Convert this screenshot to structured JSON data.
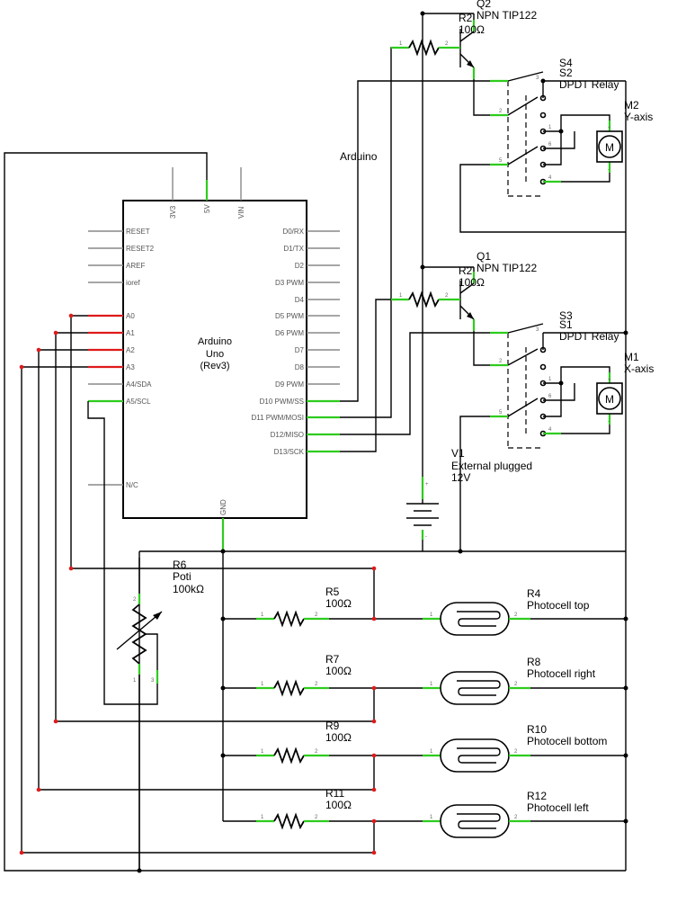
{
  "arduino": {
    "title": "Arduino",
    "name_line1": "Arduino",
    "name_line2": "Uno",
    "name_line3": "(Rev3)",
    "top_pins": [
      "3V3",
      "5V",
      "VIN"
    ],
    "bottom_pin": "GND",
    "left_pins": [
      "RESET",
      "RESET2",
      "AREF",
      "ioref",
      "A0",
      "A1",
      "A2",
      "A3",
      "A4/SDA",
      "A5/SCL",
      "N/C"
    ],
    "right_pins": [
      "D0/RX",
      "D1/TX",
      "D2",
      "D3 PWM",
      "D4",
      "D5 PWM",
      "D6 PWM",
      "D7",
      "D8",
      "D9 PWM",
      "D10 PWM/SS",
      "D11 PWM/MOSI",
      "D12/MISO",
      "D13/SCK"
    ]
  },
  "transistors": [
    {
      "ref": "Q2",
      "type": "NPN TIP122",
      "resistor_ref": "R2",
      "resistor_value": "100Ω"
    },
    {
      "ref": "Q1",
      "type": "NPN TIP122",
      "resistor_ref": "R2",
      "resistor_value": "100Ω"
    }
  ],
  "relays": [
    {
      "ref_a": "S4",
      "ref_b": "S2",
      "type": "DPDT Relay"
    },
    {
      "ref_a": "S3",
      "ref_b": "S1",
      "type": "DPDT Relay"
    }
  ],
  "motors": [
    {
      "ref": "M2",
      "axis": "Y-axis",
      "symbol": "M"
    },
    {
      "ref": "M1",
      "axis": "X-axis",
      "symbol": "M"
    }
  ],
  "supply": {
    "ref": "V1",
    "line1": "External plugged",
    "line2": "12V"
  },
  "poti": {
    "ref": "R6",
    "type": "Poti",
    "value": "100kΩ"
  },
  "resistors": [
    {
      "ref": "R5",
      "value": "100Ω"
    },
    {
      "ref": "R7",
      "value": "100Ω"
    },
    {
      "ref": "R9",
      "value": "100Ω"
    },
    {
      "ref": "R11",
      "value": "100Ω"
    }
  ],
  "photocells": [
    {
      "ref": "R4",
      "name": "Photocell top"
    },
    {
      "ref": "R8",
      "name": "Photocell right"
    },
    {
      "ref": "R10",
      "name": "Photocell bottom"
    },
    {
      "ref": "R12",
      "name": "Photocell left"
    }
  ],
  "pin_numbers": {
    "one": "1",
    "two": "2",
    "three": "3",
    "four": "4",
    "five": "5",
    "six": "6",
    "plus": "+",
    "minus": "-"
  },
  "colors": {
    "wire": "#000000",
    "pin_connected": "#2ecc1e",
    "pin_analog": "#e01a1a",
    "pin_unused": "#888888"
  }
}
